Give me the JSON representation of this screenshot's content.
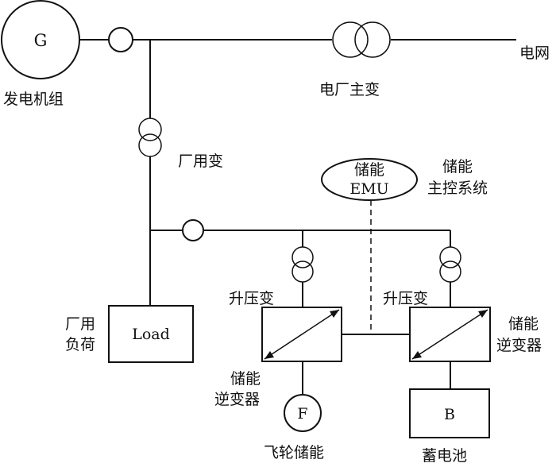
{
  "generator": {
    "symbol": "G",
    "label": "发电机组"
  },
  "grid_label": "电网",
  "plant_main_transformer_label": "电厂主变",
  "aux_transformer_label": "厂用变",
  "emu": {
    "line1": "储能",
    "line2": "EMU"
  },
  "master_control_label": {
    "line1": "储能",
    "line2": "主控系统"
  },
  "step_up_transformer_label": "升压变",
  "load": {
    "box_text": "Load",
    "label_line1": "厂用",
    "label_line2": "负荷"
  },
  "inverter_label": {
    "line1": "储能",
    "line2": "逆变器"
  },
  "flywheel": {
    "symbol": "F",
    "label": "飞轮储能"
  },
  "battery": {
    "symbol": "B",
    "label": "蓄电池"
  }
}
